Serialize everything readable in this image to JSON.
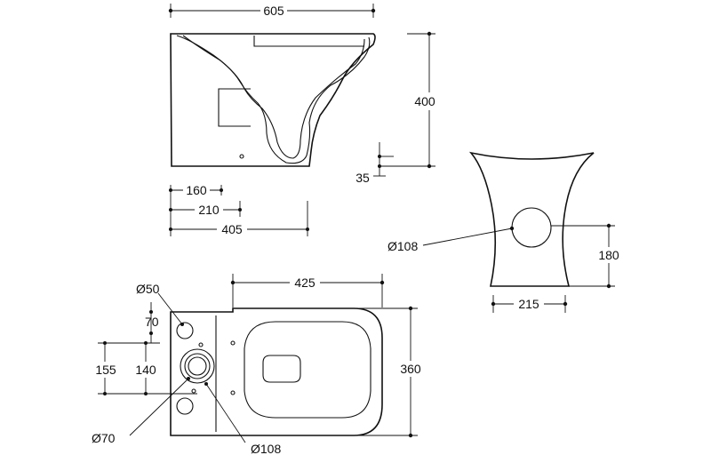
{
  "dimensions": {
    "side_length": "605",
    "side_height": "400",
    "side_offset": "35",
    "waste_160": "160",
    "waste_210": "210",
    "waste_405": "405",
    "front_waste_dia": "Ø108",
    "front_waste_height": "180",
    "front_base_width": "215",
    "top_inlet_dia": "Ø50",
    "top_inlet_offset": "70",
    "top_155": "155",
    "top_140": "140",
    "top_width": "360",
    "top_depth": "425",
    "top_small_dia": "Ø70",
    "top_waste_dia": "Ø108"
  }
}
